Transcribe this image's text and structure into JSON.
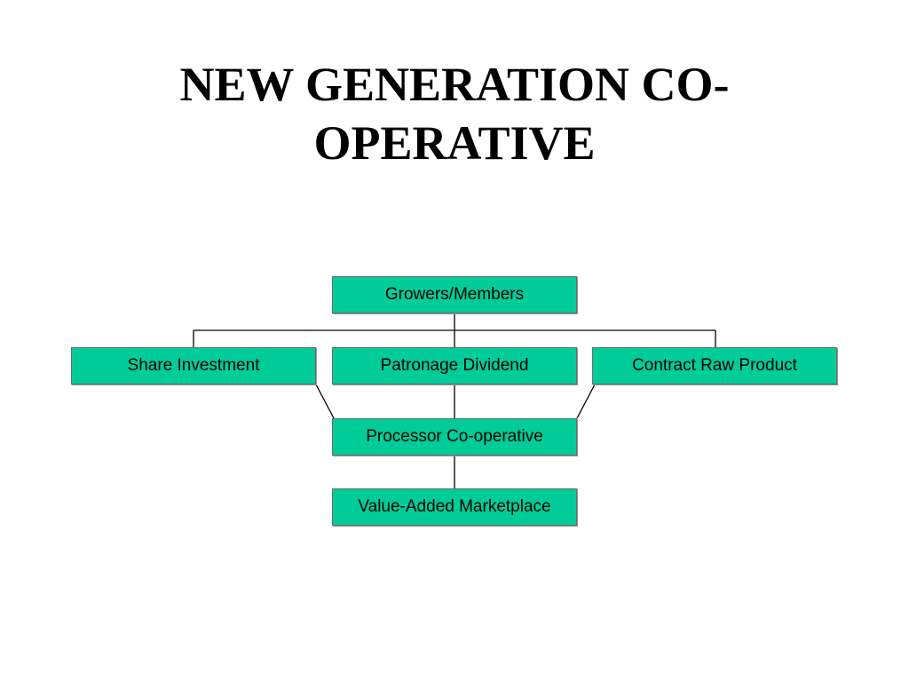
{
  "slide": {
    "title_line1": "NEW GENERATION CO-",
    "title_line2": "OPERATIVE"
  },
  "diagram": {
    "box_color": "#00cc99",
    "nodes": {
      "growers": "Growers/Members",
      "share_investment": "Share Investment",
      "patronage_dividend": "Patronage Dividend",
      "contract_raw_product": "Contract Raw Product",
      "processor": "Processor Co-operative",
      "marketplace": "Value-Added Marketplace"
    }
  }
}
